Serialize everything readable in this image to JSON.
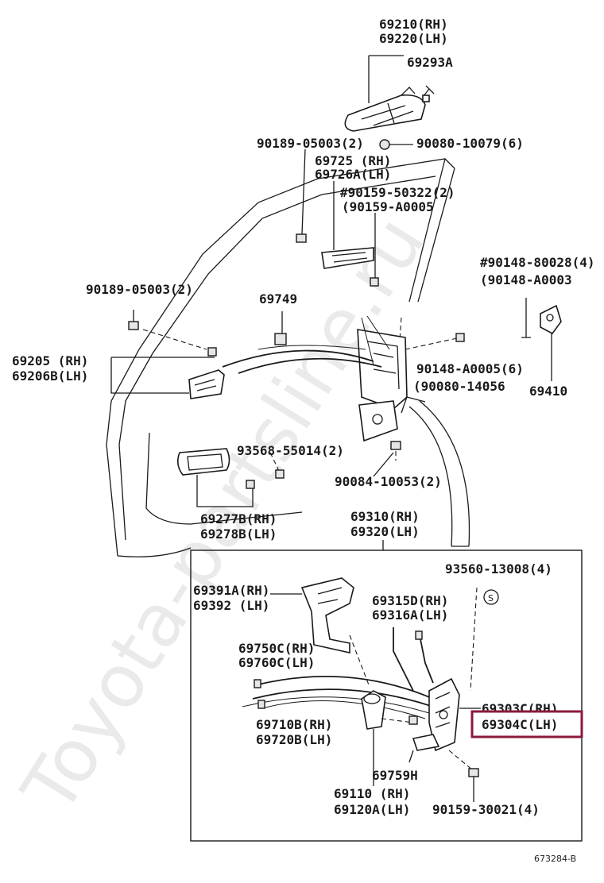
{
  "watermark": "Toyota-partsline.ru",
  "figure_code": "673284-B",
  "highlight_color": "#8b1a3a",
  "labels": {
    "handle_rh": "69210(RH)",
    "handle_lh": "69220(LH)",
    "p69293a": "69293A",
    "screw_90189_top": "90189-05003(2)",
    "screw_90080_top": "90080-10079(6)",
    "rod_rh": "69725 (RH)",
    "rod_lh": "69726A(LH)",
    "clip_90159": "#90159-50322(2)",
    "clip_90159_alt": "(90159-A0005",
    "screw_90148_a": "#90148-80028(4)",
    "screw_90148_b": "(90148-A0003",
    "screw_90189_mid": "90189-05003(2)",
    "p69749": "69749",
    "inner_rh": "69205 (RH)",
    "inner_lh": "69206B(LH)",
    "screw_90148_c": "90148-A0005(6)",
    "screw_90080_b": "(90080-14056",
    "striker": "69410",
    "screw_93568": "93568-55014(2)",
    "screw_90084": "90084-10053(2)",
    "bezel_rh": "69277B(RH)",
    "bezel_lh": "69278B(LH)",
    "lock_rh": "69310(RH)",
    "lock_lh": "69320(LH)",
    "screw_93560": "93560-13008(4)",
    "bracket_rh": "69391A(RH)",
    "bracket_lh": "69392 (LH)",
    "rod2_rh": "69315D(RH)",
    "rod2_lh": "69316A(LH)",
    "cable_a_rh": "69750C(RH)",
    "cable_a_lh": "69760C(LH)",
    "actuator_rh": "69303C(RH)",
    "actuator_lh": "69304C(LH)",
    "cable_b_rh": "69710B(RH)",
    "cable_b_lh": "69720B(LH)",
    "p69759h": "69759H",
    "cyl_rh": "69110 (RH)",
    "cyl_lh": "69120A(LH)",
    "screw_90159_b": "90159-30021(4)"
  }
}
